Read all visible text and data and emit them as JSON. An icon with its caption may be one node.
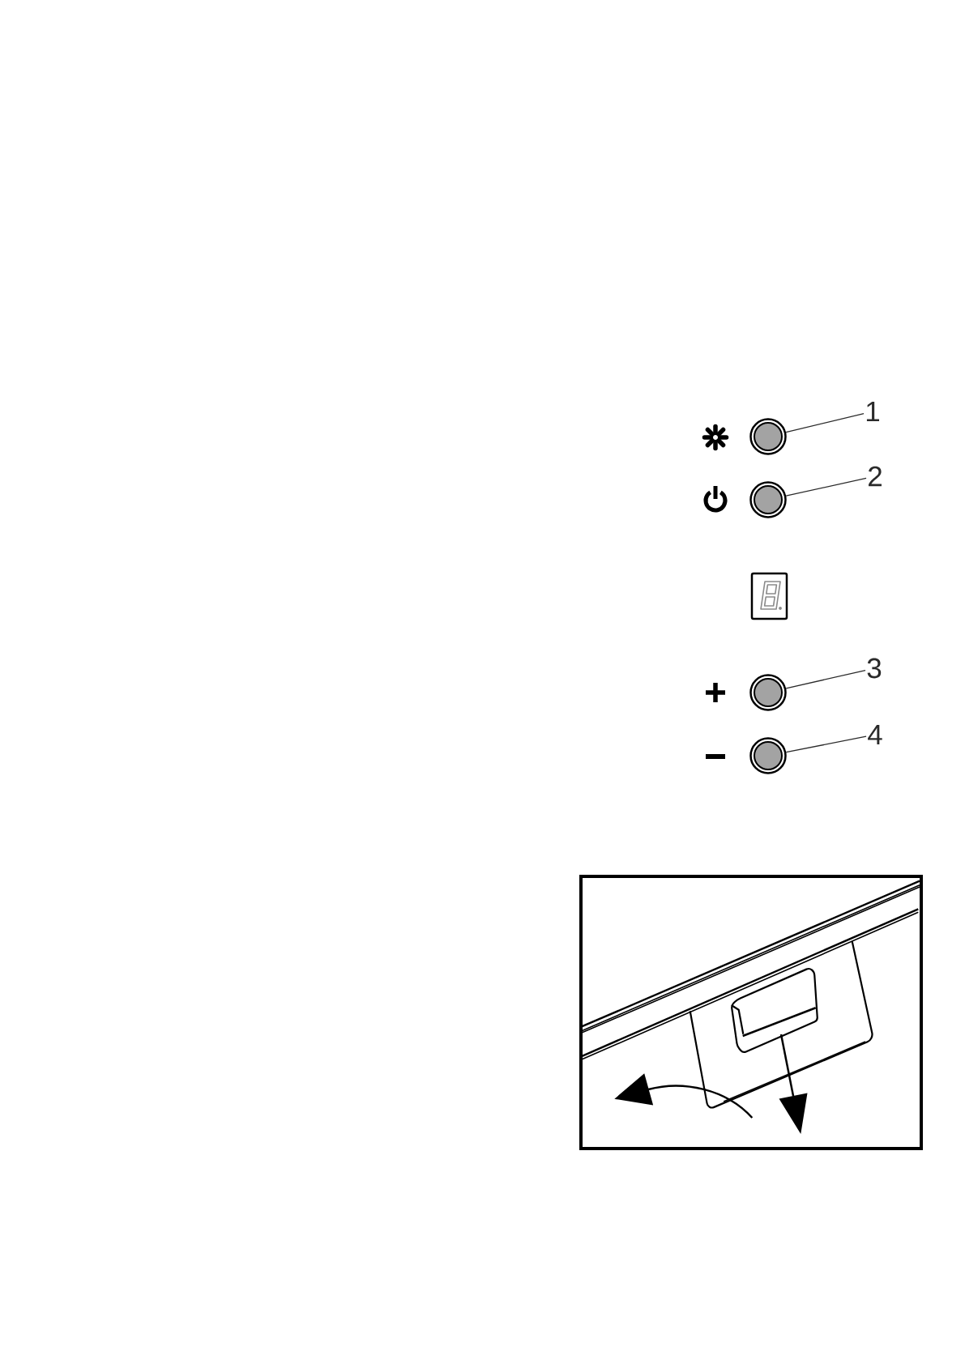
{
  "diagram": {
    "nodes": [
      {
        "text": [
          "1"
        ]
      },
      {
        "text": [],
        "shape": "circle"
      },
      {
        "text": [
          "2"
        ]
      },
      {
        "text": [],
        "shape": "circle"
      },
      {
        "text": [
          "3"
        ]
      },
      {
        "text": [],
        "shape": "circle"
      },
      {
        "text": [
          "4"
        ]
      },
      {
        "text": [],
        "shape": "circle"
      }
    ],
    "edges": [
      {
        "from": 0,
        "to": 1,
        "arrow": "none"
      },
      {
        "from": 2,
        "to": 3,
        "arrow": "none"
      },
      {
        "from": 4,
        "to": 5,
        "arrow": "none"
      },
      {
        "from": 6,
        "to": 7,
        "arrow": "none"
      }
    ]
  }
}
